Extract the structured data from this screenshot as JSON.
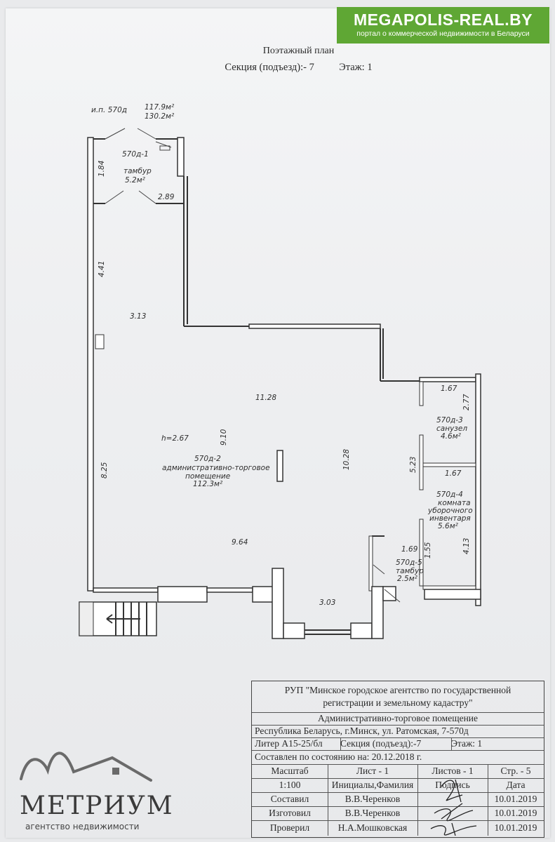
{
  "banner": {
    "site": "MEGAPOLIS-REAL.BY",
    "subtitle": "портал о коммерческой недвижимости в Беларуси",
    "color": "#5fa734"
  },
  "header": {
    "title": "Поэтажный план",
    "section": "Секция (подъезд):- 7",
    "floor": "Этаж: 1"
  },
  "plan": {
    "top_label_room": "и.п. 570д",
    "top_label_area1": "117.9м²",
    "top_label_area2": "130.2м²",
    "rooms": [
      {
        "id": "570д-1",
        "name": "тамбур",
        "area": "5.2м²"
      },
      {
        "id": "570д-2",
        "name1": "административно-торговое",
        "name2": "помещение",
        "area": "112.3м²"
      },
      {
        "id": "570д-3",
        "name": "санузел",
        "area": "4.6м²"
      },
      {
        "id": "570д-4",
        "name1": "комната",
        "name2": "уборочного",
        "name3": "инвентаря",
        "area": "5.6м²"
      },
      {
        "id": "570д-5",
        "name": "тамбур",
        "area": "2.5м²"
      }
    ],
    "height": "h=2.67",
    "dims": {
      "d184": "1.84",
      "d289": "2.89",
      "d441": "4.41",
      "d313": "3.13",
      "d1128": "11.28",
      "d910": "9.10",
      "d825": "8.25",
      "d1028": "10.28",
      "d964": "9.64",
      "d303": "3.03",
      "d167a": "1.67",
      "d277": "2.77",
      "d523": "5.23",
      "d167b": "1.67",
      "d413": "4.13",
      "d169": "1.69",
      "d155": "1.55"
    }
  },
  "stamp": {
    "org1": "РУП \"Минское городское агентство по государственной",
    "org2": "регистрации и земельному кадастру\"",
    "object": "Административно-торговое помещение",
    "address": "Республика Беларусь, г.Минск, ул. Ратомская, 7-570д",
    "liter": "Литер А15-25/бл",
    "section": "Секция (подъезд):-7",
    "floor": "Этаж: 1",
    "composed": "Составлен по состоянию на: 20.12.2018 г.",
    "h_scale": "Масштаб",
    "h_sheet": "Лист - 1",
    "h_sheets": "Листов - 1",
    "h_page": "Стр. - 5",
    "scale": "1:100",
    "h_initials": "Инициалы,Фамилия",
    "h_signature": "Подпись",
    "h_date": "Дата",
    "rows": [
      {
        "role": "Составил",
        "person": "В.В.Черенков",
        "date": "10.01.2019"
      },
      {
        "role": "Изготовил",
        "person": "В.В.Черенков",
        "date": "10.01.2019"
      },
      {
        "role": "Проверил",
        "person": "Н.А.Мошковская",
        "date": "10.01.2019"
      }
    ]
  },
  "logo": {
    "name": "МЕТРИУМ",
    "subtitle": "агентство недвижимости"
  }
}
